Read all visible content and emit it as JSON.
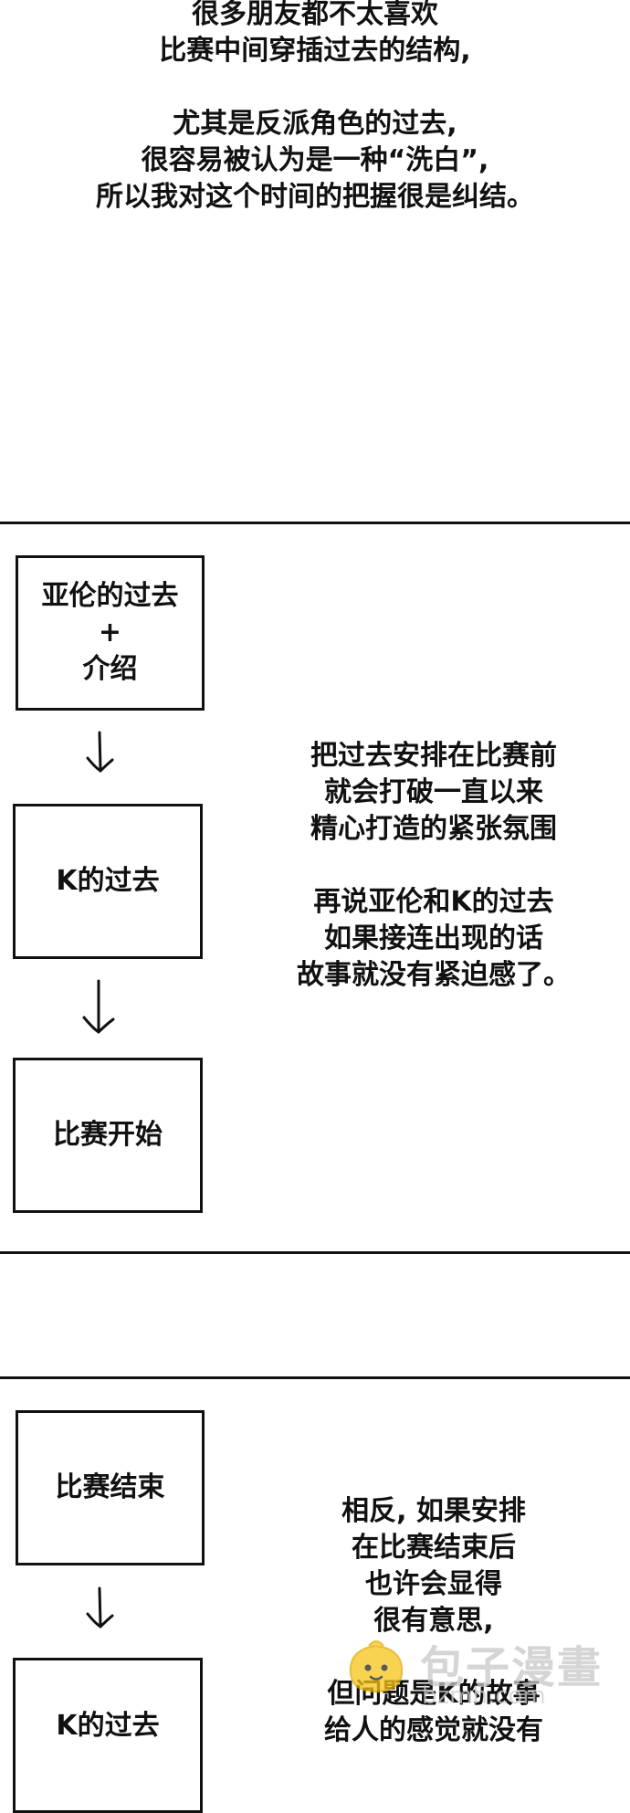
{
  "intro": {
    "lines": [
      "很多朋友都不太喜欢",
      "比赛中间穿插过去的结构,",
      "",
      "尤其是反派角色的过去,",
      "很容易被认为是一种“洗白”,",
      "所以我对这个时间的把握很是纠结。"
    ]
  },
  "flow1": {
    "box1": [
      "亚伦的过去",
      "+",
      "介绍"
    ],
    "box2": [
      "K的过去"
    ],
    "box3": [
      "比赛开始"
    ],
    "note": [
      "把过去安排在比赛前",
      "就会打破一直以来",
      "精心打造的紧张氛围",
      "",
      "再说亚伦和K的过去",
      "如果接连出现的话",
      "故事就没有紧迫感了。"
    ]
  },
  "flow2": {
    "box1": [
      "比赛结束"
    ],
    "box2_partial": [
      "K的过去"
    ],
    "note": [
      "相反, 如果安排",
      "在比赛结束后",
      "也许会显得",
      "很有意思,",
      "",
      "但问题是K的故事",
      "给人的感觉就没有"
    ]
  },
  "watermark": {
    "title": "包子漫畫",
    "url": "bzmh.com",
    "logo_icon": "bun-logo-icon"
  },
  "colors": {
    "ink": "#111111",
    "background": "#ffffff",
    "watermark_yellow": "#f5c518"
  }
}
